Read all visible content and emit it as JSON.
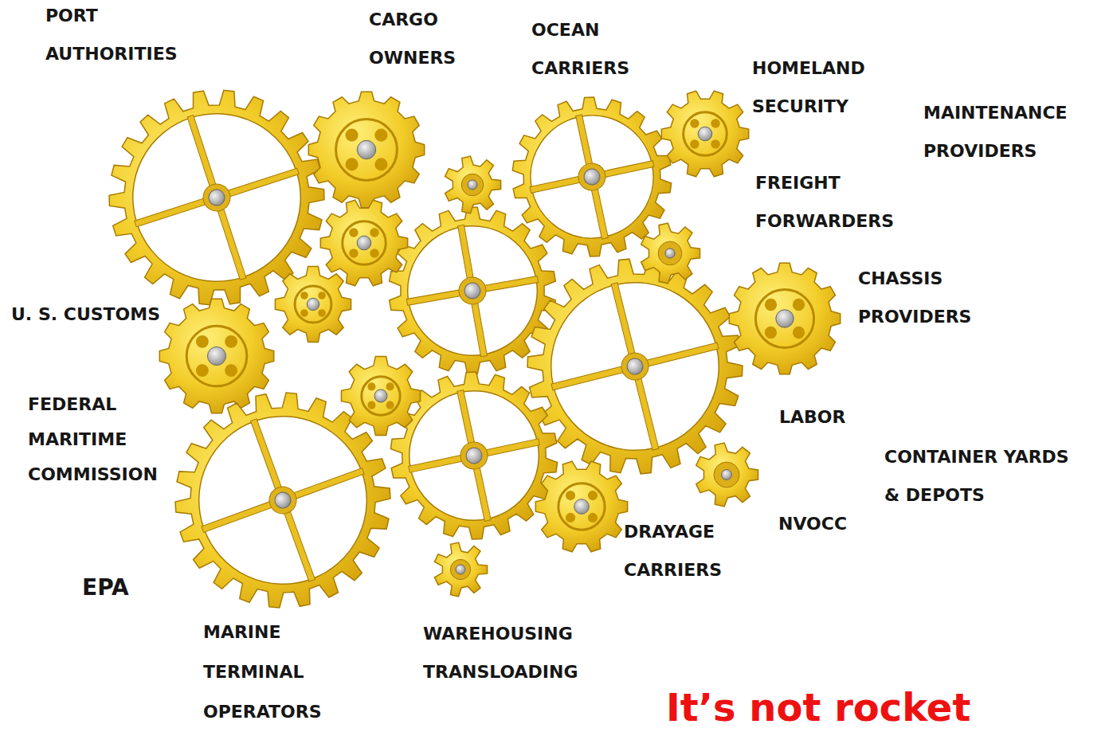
{
  "diagram": {
    "labels": [
      "PORT AUTHORITIES",
      "CARGO OWNERS",
      "OCEAN CARRIERS",
      "HOMELAND SECURITY",
      "MAINTENANCE PROVIDERS",
      "FREIGHT FORWARDERS",
      "CHASSIS PROVIDERS",
      "U. S. CUSTOMS",
      "FEDERAL MARITIME COMMISSION",
      "LABOR",
      "CONTAINER YARDS & DEPOTS",
      "NVOCC",
      "DRAYAGE CARRIERS",
      "EPA",
      "MARINE TERMINAL OPERATORS",
      "WAREHOUSING TRANSLOADING",
      "It’s not rocket"
    ]
  }
}
